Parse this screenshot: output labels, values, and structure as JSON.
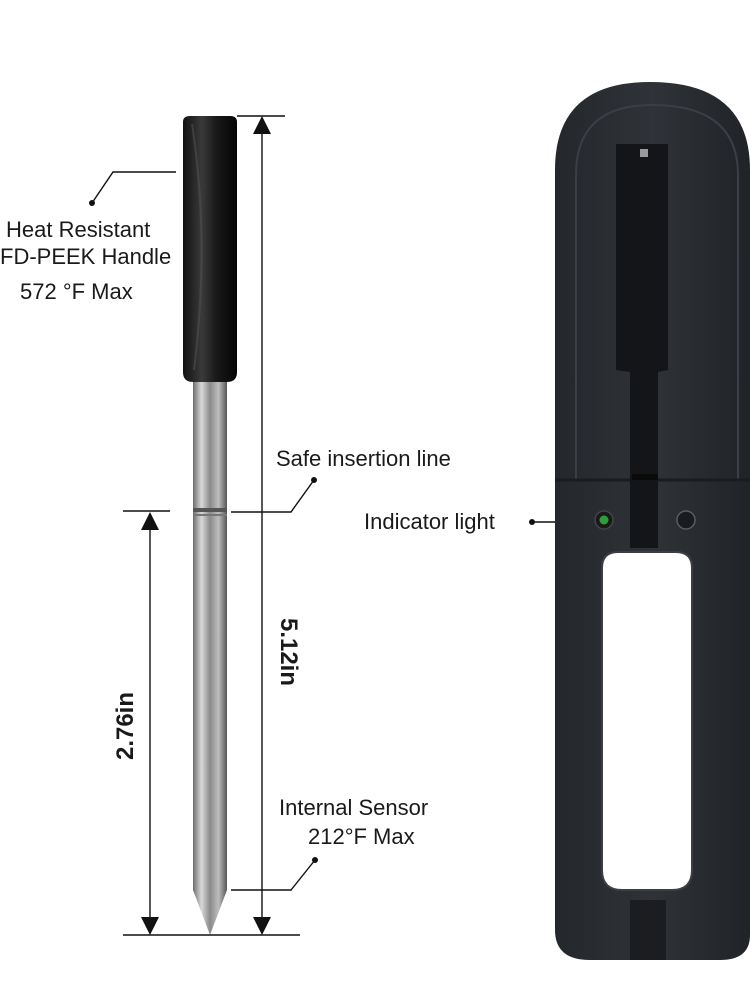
{
  "handle_label": {
    "line1": "Heat Resistant",
    "line2": "FD-PEEK Handle",
    "line3": "572 °F Max"
  },
  "insertion_label": "Safe insertion line",
  "indicator_label": "Indicator light",
  "sensor_label": {
    "line1": "Internal Sensor",
    "line2": "212°F Max"
  },
  "dimensions": {
    "total_length": "5.12in",
    "insertion_depth": "2.76in"
  },
  "colors": {
    "handle": "#1c1c1c",
    "charger_body": "#2b2e33",
    "indicator": "#2f9e3a"
  }
}
